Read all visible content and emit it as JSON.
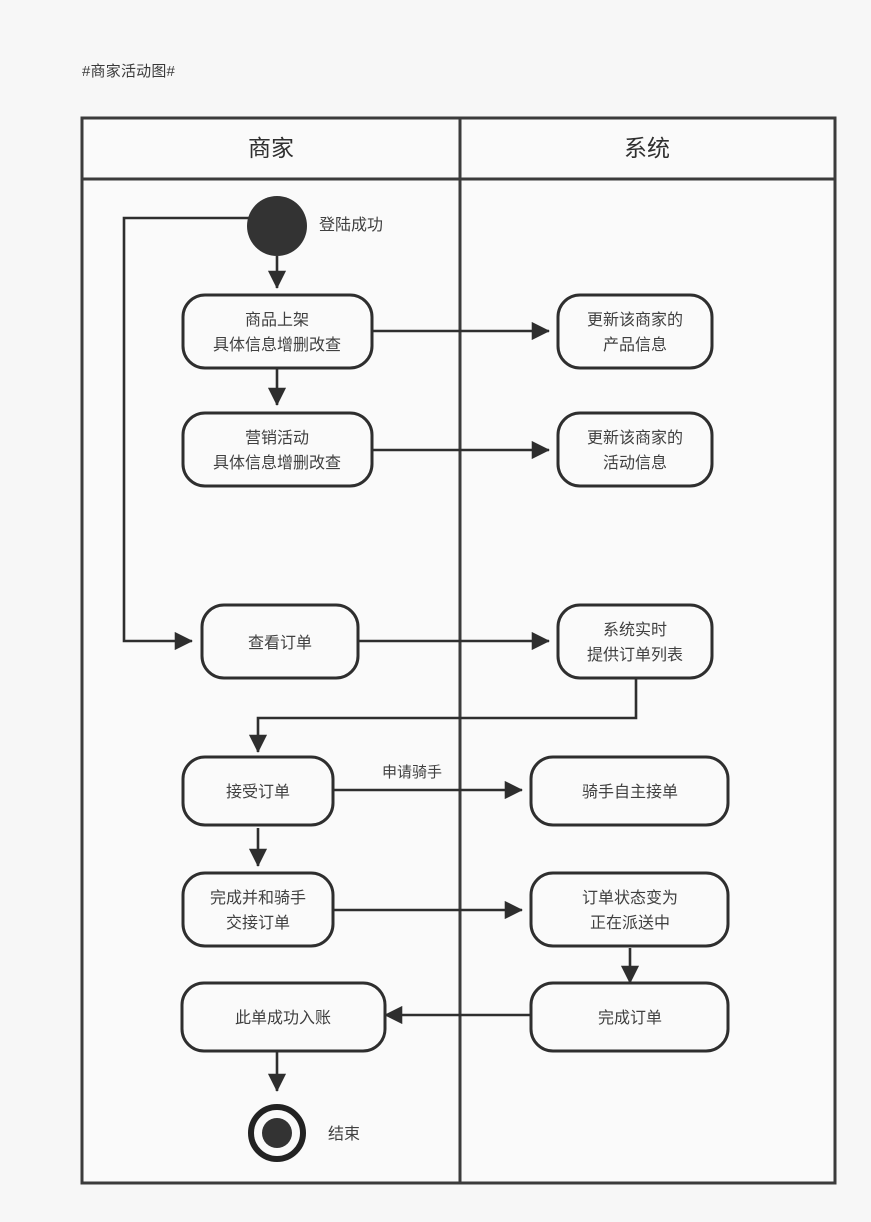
{
  "title": "#商家活动图#",
  "colors": {
    "background": "#f7f7f7",
    "lane_fill": "#fafafa",
    "stroke": "#2e2e2e",
    "frame_stroke": "#3b3b3b",
    "text": "#404040",
    "node_marker": "#333333"
  },
  "lanes": [
    {
      "id": "merchant",
      "label": "商家"
    },
    {
      "id": "system",
      "label": "系统"
    }
  ],
  "nodes": {
    "start": {
      "label": "登陆成功",
      "type": "initial-node",
      "lane": "merchant"
    },
    "end": {
      "label": "结束",
      "type": "final-node",
      "lane": "merchant"
    },
    "product_shelf": {
      "line1": "商品上架",
      "line2": "具体信息增删改查",
      "lane": "merchant"
    },
    "update_product_info": {
      "line1": "更新该商家的",
      "line2": "产品信息",
      "lane": "system"
    },
    "marketing_activity": {
      "line1": "营销活动",
      "line2": "具体信息增删改查",
      "lane": "merchant"
    },
    "update_activity_info": {
      "line1": "更新该商家的",
      "line2": "活动信息",
      "lane": "system"
    },
    "view_orders": {
      "line1": "查看订单",
      "lane": "merchant"
    },
    "realtime_order_list": {
      "line1": "系统实时",
      "line2": "提供订单列表",
      "lane": "system"
    },
    "accept_order": {
      "line1": "接受订单",
      "lane": "merchant"
    },
    "rider_self_accept": {
      "line1": "骑手自主接单",
      "lane": "system"
    },
    "handover_order": {
      "line1": "完成并和骑手",
      "line2": "交接订单",
      "lane": "merchant"
    },
    "order_status_delivering": {
      "line1": "订单状态变为",
      "line2": "正在派送中",
      "lane": "system"
    },
    "settle_order": {
      "line1": "此单成功入账",
      "lane": "merchant"
    },
    "complete_order": {
      "line1": "完成订单",
      "lane": "system"
    }
  },
  "edges": [
    {
      "id": "start-to-product",
      "from": "start",
      "to": "product_shelf",
      "label": ""
    },
    {
      "id": "product-to-update-product",
      "from": "product_shelf",
      "to": "update_product_info",
      "label": ""
    },
    {
      "id": "product-to-marketing",
      "from": "product_shelf",
      "to": "marketing_activity",
      "label": ""
    },
    {
      "id": "marketing-to-update-activity",
      "from": "marketing_activity",
      "to": "update_activity_info",
      "label": ""
    },
    {
      "id": "start-to-view-orders",
      "from": "start",
      "to": "view_orders",
      "label": ""
    },
    {
      "id": "view-orders-to-realtime-list",
      "from": "view_orders",
      "to": "realtime_order_list",
      "label": ""
    },
    {
      "id": "realtime-list-to-accept",
      "from": "realtime_order_list",
      "to": "accept_order",
      "label": ""
    },
    {
      "id": "accept-to-rider",
      "from": "accept_order",
      "to": "rider_self_accept",
      "label": "申请骑手"
    },
    {
      "id": "accept-to-handover",
      "from": "accept_order",
      "to": "handover_order",
      "label": ""
    },
    {
      "id": "handover-to-delivering",
      "from": "handover_order",
      "to": "order_status_delivering",
      "label": ""
    },
    {
      "id": "delivering-to-complete",
      "from": "order_status_delivering",
      "to": "complete_order",
      "label": ""
    },
    {
      "id": "complete-to-settle",
      "from": "complete_order",
      "to": "settle_order",
      "label": ""
    },
    {
      "id": "settle-to-end",
      "from": "settle_order",
      "to": "end",
      "label": ""
    }
  ]
}
